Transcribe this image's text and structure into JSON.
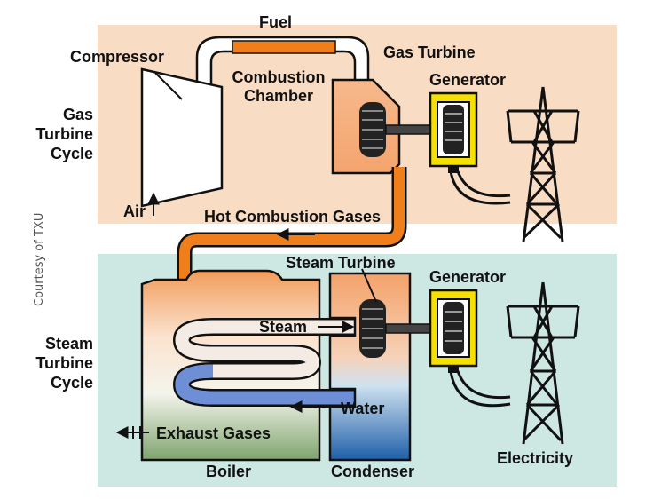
{
  "labels": {
    "fuel": "Fuel",
    "compressor": "Compressor",
    "combustion_chamber_line1": "Combustion",
    "combustion_chamber_line2": "Chamber",
    "gas_turbine": "Gas Turbine",
    "generator_top": "Generator",
    "gas_cycle_line1": "Gas",
    "gas_cycle_line2": "Turbine",
    "gas_cycle_line3": "Cycle",
    "air": "Air",
    "hot_gases": "Hot Combustion Gases",
    "steam_turbine": "Steam Turbine",
    "generator_bottom": "Generator",
    "steam": "Steam",
    "steam_cycle_line1": "Steam",
    "steam_cycle_line2": "Turbine",
    "steam_cycle_line3": "Cycle",
    "water": "Water",
    "exhaust_gases": "Exhaust Gases",
    "boiler": "Boiler",
    "condenser": "Condenser",
    "electricity": "Electricity",
    "credit": "Courtesy of TXU"
  },
  "colors": {
    "gas_cycle_bg": "#f9dcc4",
    "steam_cycle_bg": "#cde7e3",
    "hot_pipe": "#f07f1b",
    "fuel_bar": "#f07f1b",
    "generator": "#f5e000",
    "water": "#1f5fa8",
    "boiler_gradient_top": "#f29c5a",
    "boiler_gradient_bottom": "#7fa46e"
  }
}
